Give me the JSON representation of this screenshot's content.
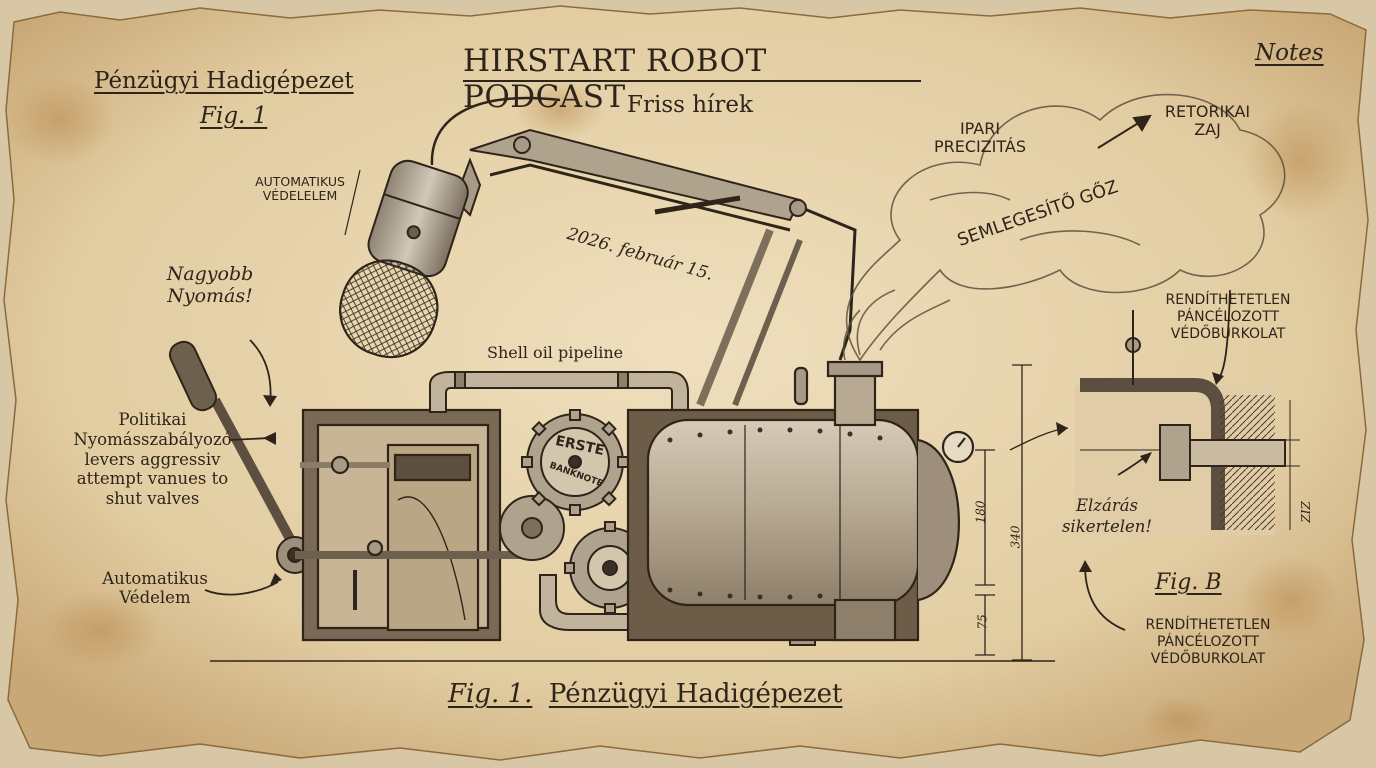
{
  "header": {
    "title": "HIRSTART ROBOT PODCAST",
    "subtitle": "Friss hírek",
    "notes": "Notes"
  },
  "top_left": {
    "title": "Pénzügyi Hadigépezet",
    "fig": "Fig. 1"
  },
  "labels": {
    "auto_protection_top": [
      "AUTOMATIKUS",
      "VÉDELELEM"
    ],
    "date": "2026. február 15.",
    "pressure": [
      "Nagyobb",
      "Nyomás!"
    ],
    "political": [
      "Politikai",
      "Nyomásszabályozó",
      "levers  aggressiv",
      "attempt vanues to",
      "shut valves"
    ],
    "auto_protection_bottom": [
      "Automatikus",
      "Védelem"
    ],
    "pipeline": "Shell oil pipeline",
    "gear_text_top": "ERSTE",
    "gear_text_bottom": "BANKNOTE",
    "ipari": [
      "IPARI",
      "PRECIZITÁS"
    ],
    "retorikai": [
      "RETORIKAI",
      "ZAJ"
    ],
    "steam": "SEMLEGESÍTŐ GŐZ",
    "armor_top": [
      "RENDÍTHETETLEN",
      "PÁNCÉLOZOTT",
      "VÉDŐBURKOLAT"
    ],
    "elzaras": [
      "Elzárás",
      "sikertelen!"
    ],
    "fig_b": "Fig. B",
    "armor_bottom": [
      "RENDÍTHETETLEN",
      "PÁNCÉLOZOTT",
      "VÉDŐBURKOLAT"
    ],
    "dims": [
      "180",
      "340",
      "75"
    ],
    "dim_side": "ZIZ"
  },
  "caption": {
    "fig": "Fig. 1.",
    "text": "Pénzügyi Hadigépezet"
  },
  "colors": {
    "paper": "#e6d3ac",
    "ink": "#2e241a",
    "stain": "#b98a4e",
    "metal": "#a89a86"
  }
}
